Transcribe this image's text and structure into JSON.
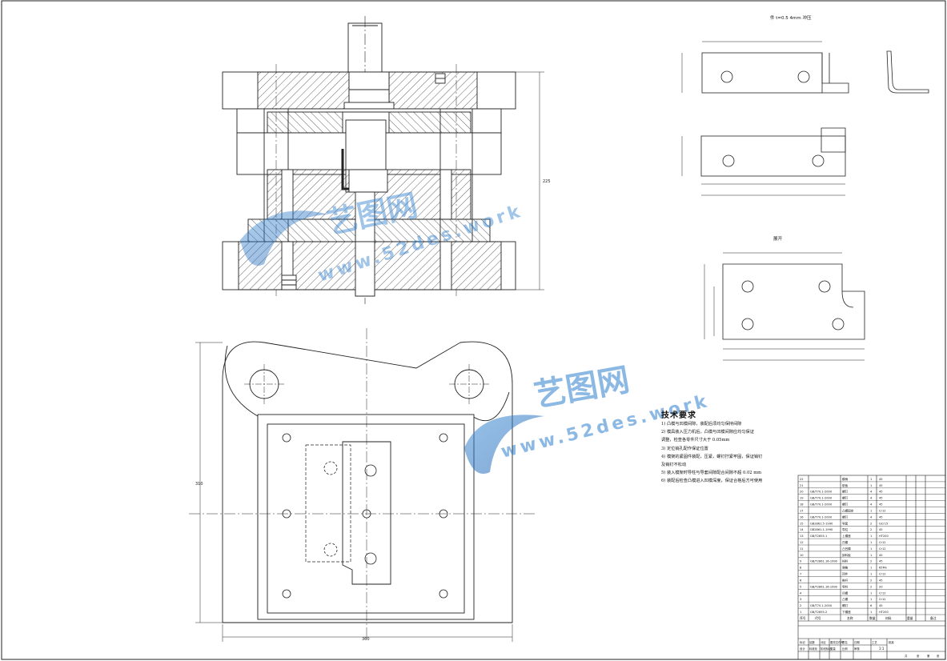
{
  "drawing": {
    "part_view_title": "件 t=0.5  4mm  冲压",
    "unfold_label": "展开",
    "technical_requirements": {
      "title": "技术要求",
      "items": [
        "1) 凸模与凹模间隙，装配后须均匀保持间隙",
        "2) 模具装入压力机后，凸模与凹模间隙应均匀保证",
        "   调整，检查各零件尺寸大于 0.05mm",
        "3) 定位销孔配作保证位置",
        "4) 模架的紧固件装配，压紧，螺钉拧紧牢固，保证销钉",
        "   及销钉不松动",
        "5) 装入模架时导柱与导套间隙配合间隙不超 0.02 mm",
        "6) 装配后检查凸模进入凹模深度，保证合格后方可使用"
      ]
    },
    "parts_list": {
      "rows": [
        {
          "no": "22",
          "standard": "",
          "name": "模柄",
          "qty": "1",
          "material": "45"
        },
        {
          "no": "21",
          "standard": "",
          "name": "垫板",
          "qty": "1",
          "material": "45"
        },
        {
          "no": "20",
          "standard": "GB/T70.1-2000",
          "name": "螺钉",
          "qty": "4",
          "material": "45"
        },
        {
          "no": "19",
          "standard": "GB/T70.1-2000",
          "name": "螺钉",
          "qty": "4",
          "material": "45"
        },
        {
          "no": "18",
          "standard": "GB/T70.1-2000",
          "name": "螺钉",
          "qty": "4",
          "material": "45"
        },
        {
          "no": "17",
          "standard": "",
          "name": "凸模固定",
          "qty": "1",
          "material": "Cr12"
        },
        {
          "no": "16",
          "standard": "GB/T70.1-2000",
          "name": "螺钉",
          "qty": "4",
          "material": "45"
        },
        {
          "no": "15",
          "standard": "GB2861.5-1990",
          "name": "导套",
          "qty": "2",
          "material": "GCr15"
        },
        {
          "no": "14",
          "standard": "GB2861.1-1990",
          "name": "导柱",
          "qty": "2",
          "material": "45"
        },
        {
          "no": "13",
          "standard": "GB/T2855.1",
          "name": "上模座",
          "qty": "1",
          "material": "HT200"
        },
        {
          "no": "12",
          "standard": "",
          "name": "凹模",
          "qty": "1",
          "material": "Cr12"
        },
        {
          "no": "11",
          "standard": "",
          "name": "凸凹模",
          "qty": "1",
          "material": "Cr12"
        },
        {
          "no": "10",
          "standard": "",
          "name": "卸料板",
          "qty": "1",
          "material": "45"
        },
        {
          "no": "9",
          "standard": "GB/T2861.16-1990",
          "name": "挡料",
          "qty": "2",
          "material": "45"
        },
        {
          "no": "8",
          "standard": "",
          "name": "弹簧",
          "qty": "1",
          "material": "65Mn"
        },
        {
          "no": "7",
          "standard": "",
          "name": "顶件",
          "qty": "1",
          "material": "Cr12"
        },
        {
          "no": "6",
          "standard": "",
          "name": "推杆",
          "qty": "2",
          "material": "45"
        },
        {
          "no": "5",
          "standard": "GB/T2861.16-1990",
          "name": "导料",
          "qty": "2",
          "material": "20"
        },
        {
          "no": "4",
          "standard": "",
          "name": "凹模",
          "qty": "1",
          "material": "Cr12"
        },
        {
          "no": "3",
          "standard": "",
          "name": "凸模",
          "qty": "1",
          "material": "Cr12"
        },
        {
          "no": "2",
          "standard": "GB/T70.1-2000",
          "name": "螺钉",
          "qty": "6",
          "material": "45"
        },
        {
          "no": "1",
          "standard": "GB/T2855.2",
          "name": "下模座",
          "qty": "1",
          "material": "HT200"
        }
      ],
      "header": {
        "no": "序号",
        "standard": "代号",
        "name": "名称",
        "qty": "数量",
        "material": "材料",
        "weight": "重量",
        "remark": "备注"
      }
    },
    "title_block": {
      "labels": [
        "标记",
        "处数",
        "分区",
        "更改文件号",
        "签名",
        "日期",
        "设计",
        "标准化",
        "阶段标记",
        "重量",
        "比例",
        "审核",
        "工艺",
        "批准",
        "共",
        "张",
        "第",
        "张"
      ],
      "scale": "1:1"
    },
    "watermark": {
      "brand": "艺图网",
      "url": "www.52des.work"
    }
  }
}
